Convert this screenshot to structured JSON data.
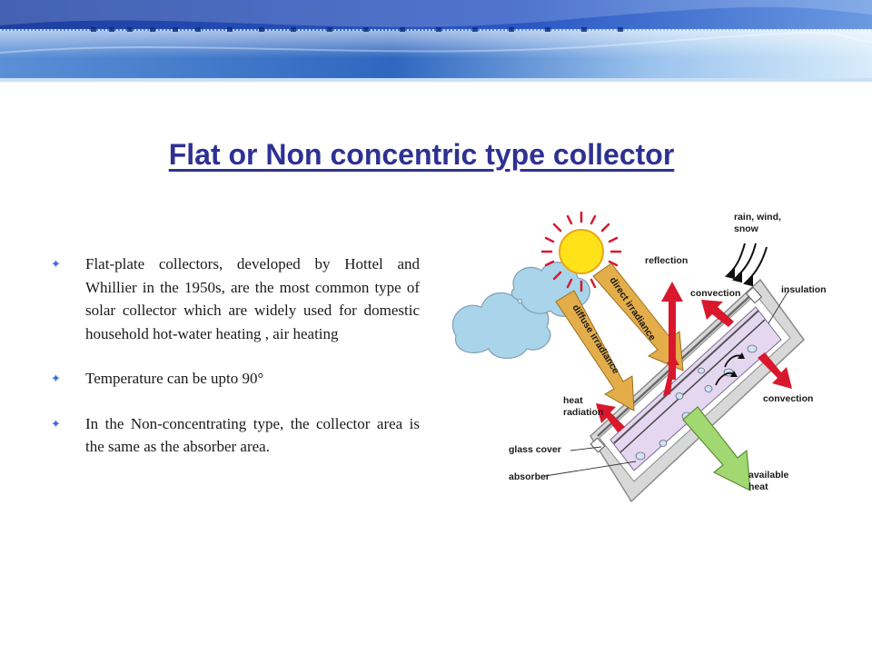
{
  "slide": {
    "title": "Flat or Non concentric type collector",
    "bullets": [
      "Flat-plate collectors, developed by Hottel and Whillier in the 1950s, are the most common type of solar collector which are widely used for domestic household hot-water heating , air heating",
      "Temperature can be upto 90°",
      "In the Non-concentrating type, the collector area is the same as the absorber area."
    ]
  },
  "diagram": {
    "labels": {
      "rain": "rain, wind,",
      "snow": "snow",
      "reflection": "reflection",
      "convection_top": "convection",
      "insulation": "insulation",
      "direct_irradiance": "direct irradiance",
      "diffuse_irradiance": "diffuse irradiance",
      "heat": "heat",
      "radiation": "radiation",
      "convection_right": "convection",
      "glass_cover": "glass cover",
      "absorber": "absorber",
      "available": "available",
      "heat_out": "heat"
    },
    "colors": {
      "sun": "#ffe21a",
      "cloud": "#a9d4ea",
      "irradiance": "#e3ad4a",
      "red_arrow": "#d9182d",
      "green_arrow": "#a2d871",
      "collector": "#d8d8d8",
      "fluid": "#e5d7ef"
    }
  }
}
